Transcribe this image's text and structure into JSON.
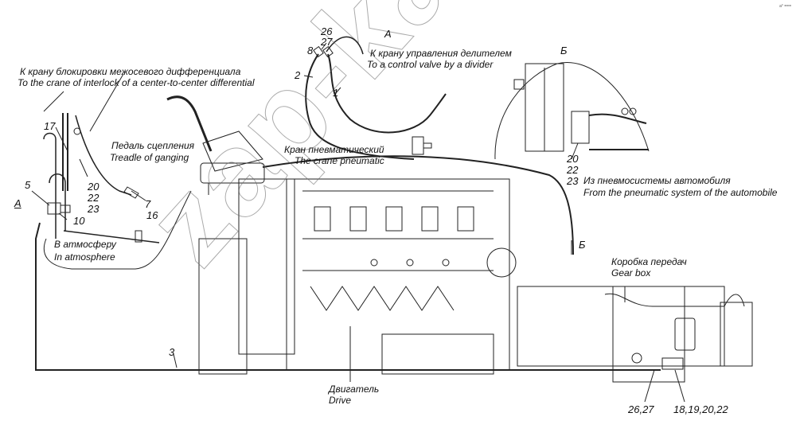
{
  "diagram": {
    "corner_mark": "a° ===",
    "watermark": "zap-kamaz.ru",
    "views": {
      "a": "A",
      "b": "Б",
      "a_arrow": "A",
      "b_arrow": "Б"
    },
    "annotations": {
      "interlock_ru": "К крану блокировки межосевого дифференциала",
      "interlock_en": "To the crane of interlock of a center-to-center differential",
      "divider_ru": "К крану управления делителем",
      "divider_en": "To a control valve by a divider",
      "clutch_ru": "Педаль сцепления",
      "clutch_en": "Treadle of ganging",
      "crane_ru": "Кран пневматический",
      "crane_en": "The crane pneumatic",
      "pneumatic_ru": "Из пневмосистемы автомобиля",
      "pneumatic_en": "From the pneumatic system of the automobile",
      "atmosphere_ru": "В атмосферу",
      "atmosphere_en": "In atmosphere",
      "gearbox_ru": "Коробка передач",
      "gearbox_en": "Gear box",
      "engine_ru": "Двигатель",
      "engine_en": "Drive"
    },
    "callouts": {
      "c26": "26",
      "c27": "27",
      "c8": "8",
      "c2": "2",
      "c1": "1",
      "c17": "17",
      "c5": "5",
      "c20L": "20",
      "c22L": "22",
      "c23L": "23",
      "c10": "10",
      "c7": "7",
      "c16": "16",
      "c20R": "20",
      "c22R": "22",
      "c23R": "23",
      "c3": "3",
      "c2627": "26,27",
      "c18": "18,19,20,22"
    }
  }
}
